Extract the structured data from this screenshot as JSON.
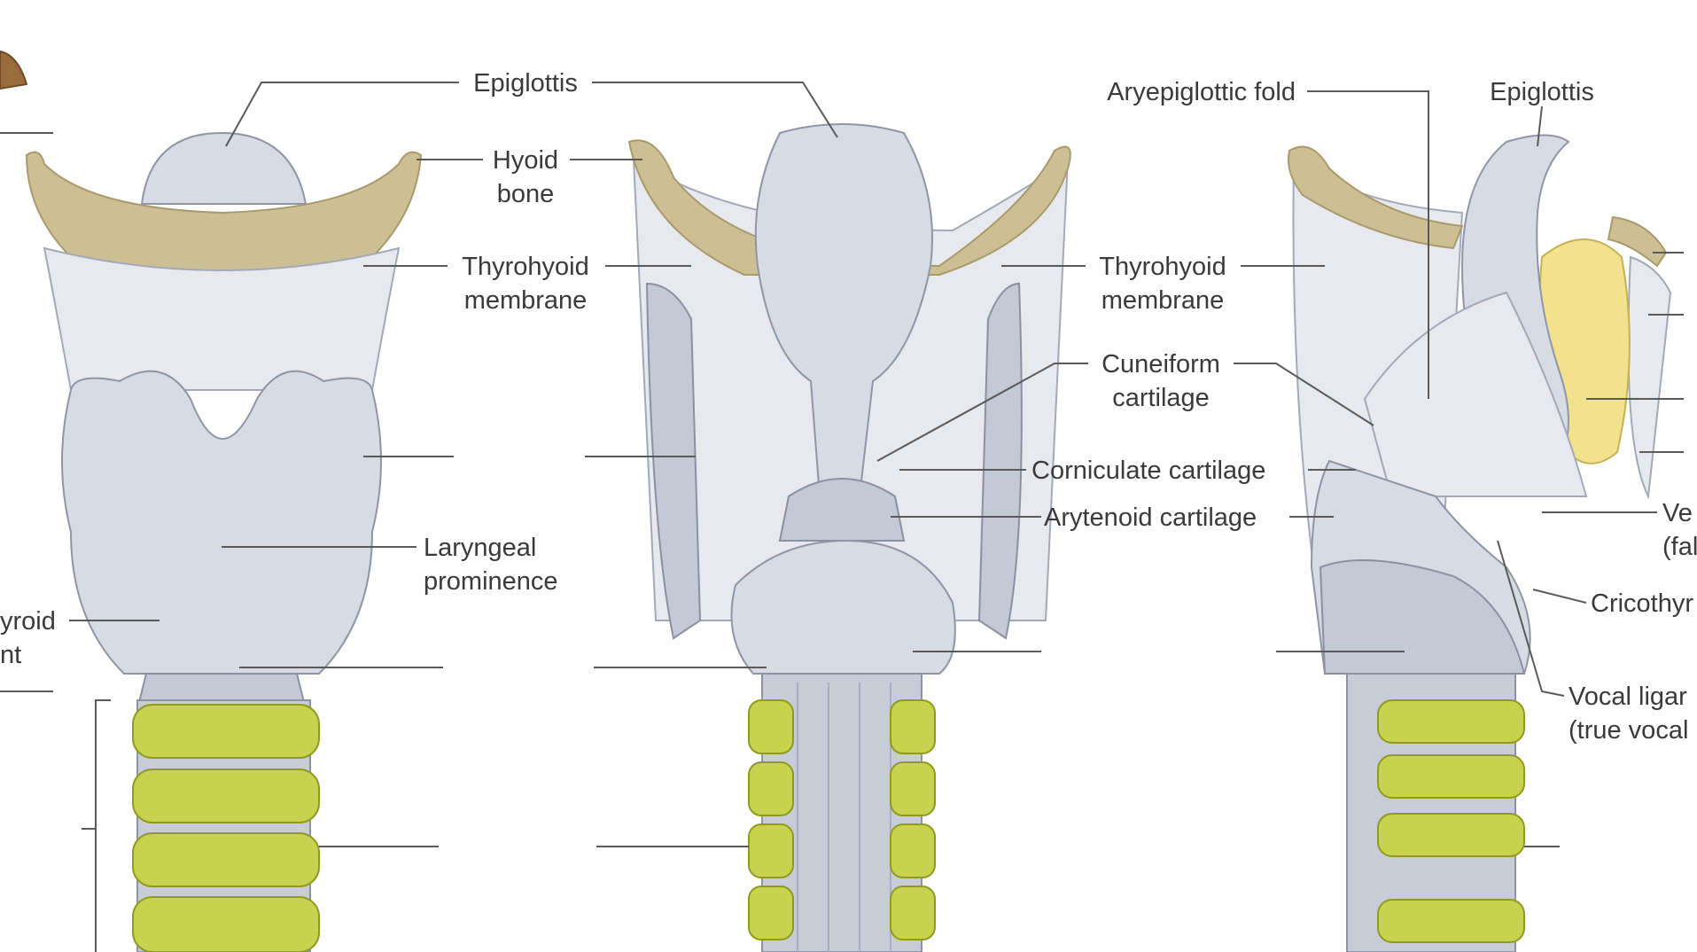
{
  "diagram": {
    "accent_colors": {
      "cartilage": "#d7dbe4",
      "hyoid": "#cdbf94",
      "tracheal_rings": "#c9d24e",
      "fat_pad": "#f3e28d"
    },
    "labels": {
      "epiglottis_1": "Epiglottis",
      "hyoid_line1": "Hyoid",
      "hyoid_line2": "bone",
      "thyrohyoid_1_line1": "Thyrohyoid",
      "thyrohyoid_1_line2": "membrane",
      "laryngeal_line1": "Laryngeal",
      "laryngeal_line2": "prominence",
      "thyroid_notch_line1": "yroid",
      "thyroid_notch_line2": "nt",
      "aryepiglottic": "Aryepiglottic fold",
      "epiglottis_2": "Epiglottis",
      "thyrohyoid_2_line1": "Thyrohyoid",
      "thyrohyoid_2_line2": "membrane",
      "cuneiform_line1": "Cuneiform",
      "cuneiform_line2": "cartilage",
      "corniculate": "Corniculate cartilage",
      "arytenoid": "Arytenoid cartilage",
      "vestibular_line1": "Ve",
      "vestibular_line2": "(fal",
      "cricothyroid": "Cricothyr",
      "vocal_line1": "Vocal ligar",
      "vocal_line2": "(true vocal"
    }
  }
}
